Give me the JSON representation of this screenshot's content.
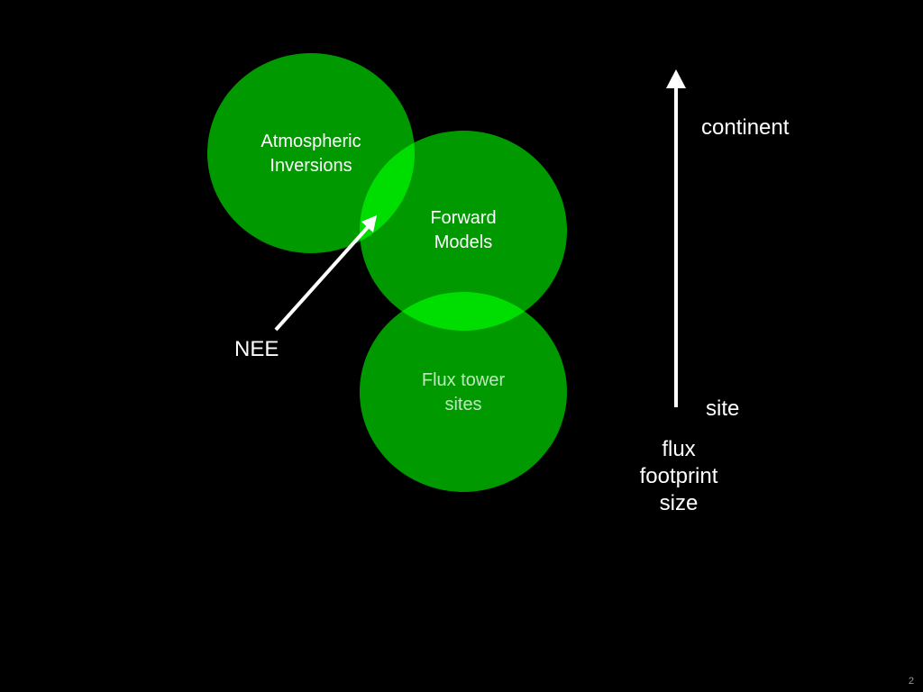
{
  "colors": {
    "background": "#000000",
    "circle_fill": "#009900",
    "overlap_fill": "#00dd00",
    "text": "#ffffff",
    "muted_text": "#bde8bd"
  },
  "circles": {
    "atmospheric": {
      "line1": "Atmospheric",
      "line2": "Inversions"
    },
    "forward": {
      "line1": "Forward",
      "line2": "Models"
    },
    "flux": {
      "line1": "Flux tower",
      "line2": "sites"
    }
  },
  "labels": {
    "nee": "NEE",
    "continent": "continent",
    "site": "site"
  },
  "axis_caption": {
    "line1": "flux",
    "line2": "footprint",
    "line3": "size"
  },
  "page_number": "2"
}
